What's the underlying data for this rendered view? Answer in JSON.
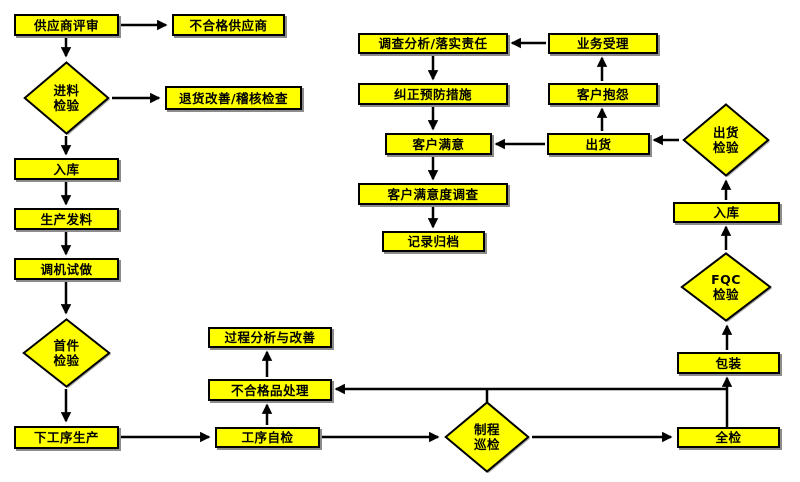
{
  "diagram": {
    "title": "quality-process-flowchart",
    "node_fill_color": "#ffff00",
    "node_border_color": "#000000",
    "arrow_color": "#000000",
    "background_color": "#ffffff"
  },
  "nodes": {
    "supplier_review": "供应商评审",
    "unqualified_supplier": "不合格供应商",
    "incoming_inspection": "进料\n检验",
    "return_improve_audit": "退货改善/稽核检查",
    "warehouse_in_left": "入库",
    "production_issue": "生产发料",
    "machine_trial": "调机试做",
    "first_article_inspection": "首件\n检验",
    "next_process_production": "下工序生产",
    "investigation_responsibility": "调查分析/落实责任",
    "business_accept": "业务受理",
    "corrective_preventive": "纠正预防措施",
    "customer_complaint": "客户抱怨",
    "customer_satisfaction": "客户满意",
    "shipping": "出货",
    "satisfaction_survey": "客户满意度调查",
    "record_archive": "记录归档",
    "shipping_inspection": "出货\n检验",
    "warehouse_in_right": "入库",
    "fqc_inspection": "FQC\n检验",
    "packaging": "包装",
    "full_inspection": "全检",
    "process_analysis_improve": "过程分析与改善",
    "nonconforming_handling": "不合格品处理",
    "process_self_check": "工序自检",
    "process_patrol_inspection": "制程\n巡检"
  }
}
